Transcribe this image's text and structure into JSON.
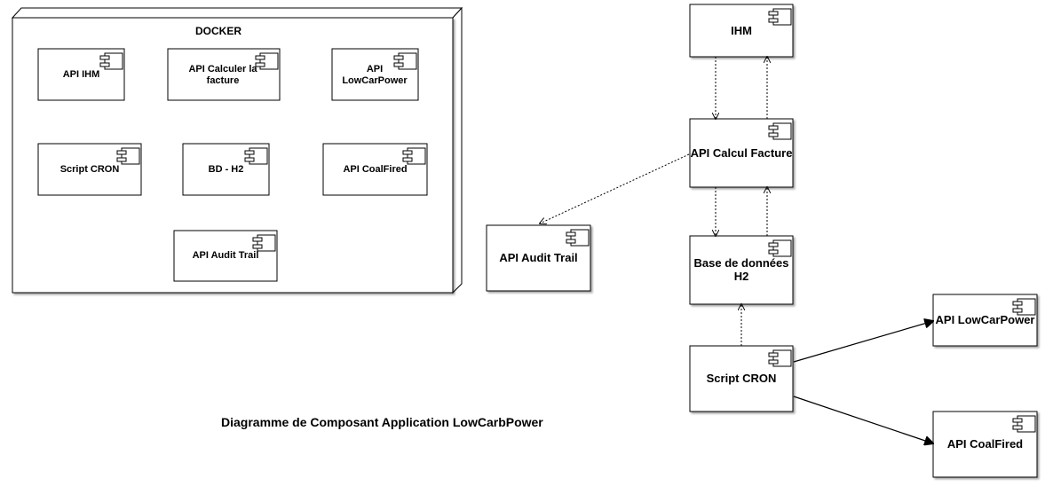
{
  "docker": {
    "label": "DOCKER",
    "components": [
      {
        "id": "d-api-ihm",
        "label": "API IHM"
      },
      {
        "id": "d-api-calculer",
        "label": "API Calculer la facture"
      },
      {
        "id": "d-api-lowcar",
        "label": "API LowCarPower"
      },
      {
        "id": "d-script-cron",
        "label": "Script CRON"
      },
      {
        "id": "d-bd-h2",
        "label": "BD - H2"
      },
      {
        "id": "d-api-coalfired",
        "label": "API CoalFired"
      },
      {
        "id": "d-api-audit",
        "label": "API Audit Trail"
      }
    ]
  },
  "components": [
    {
      "id": "ihm",
      "label": "IHM"
    },
    {
      "id": "api-calcul",
      "label": "API Calcul Facture"
    },
    {
      "id": "api-audit",
      "label": "API Audit Trail"
    },
    {
      "id": "bd-h2",
      "label": "Base de données H2"
    },
    {
      "id": "script-cron",
      "label": "Script CRON"
    },
    {
      "id": "api-lowcar",
      "label": "API LowCarPower"
    },
    {
      "id": "api-coalfired",
      "label": "API CoalFired"
    }
  ],
  "connections": [
    {
      "from": "ihm",
      "to": "api-calcul",
      "style": "dotted"
    },
    {
      "from": "api-calcul",
      "to": "ihm",
      "style": "dotted"
    },
    {
      "from": "api-calcul",
      "to": "api-audit",
      "style": "dotted"
    },
    {
      "from": "api-calcul",
      "to": "bd-h2",
      "style": "dotted"
    },
    {
      "from": "bd-h2",
      "to": "api-calcul",
      "style": "dotted"
    },
    {
      "from": "script-cron",
      "to": "bd-h2",
      "style": "dotted"
    },
    {
      "from": "script-cron",
      "to": "api-lowcar",
      "style": "solid"
    },
    {
      "from": "script-cron",
      "to": "api-coalfired",
      "style": "solid"
    }
  ],
  "caption": "Diagramme de Composant Application LowCarbPower"
}
